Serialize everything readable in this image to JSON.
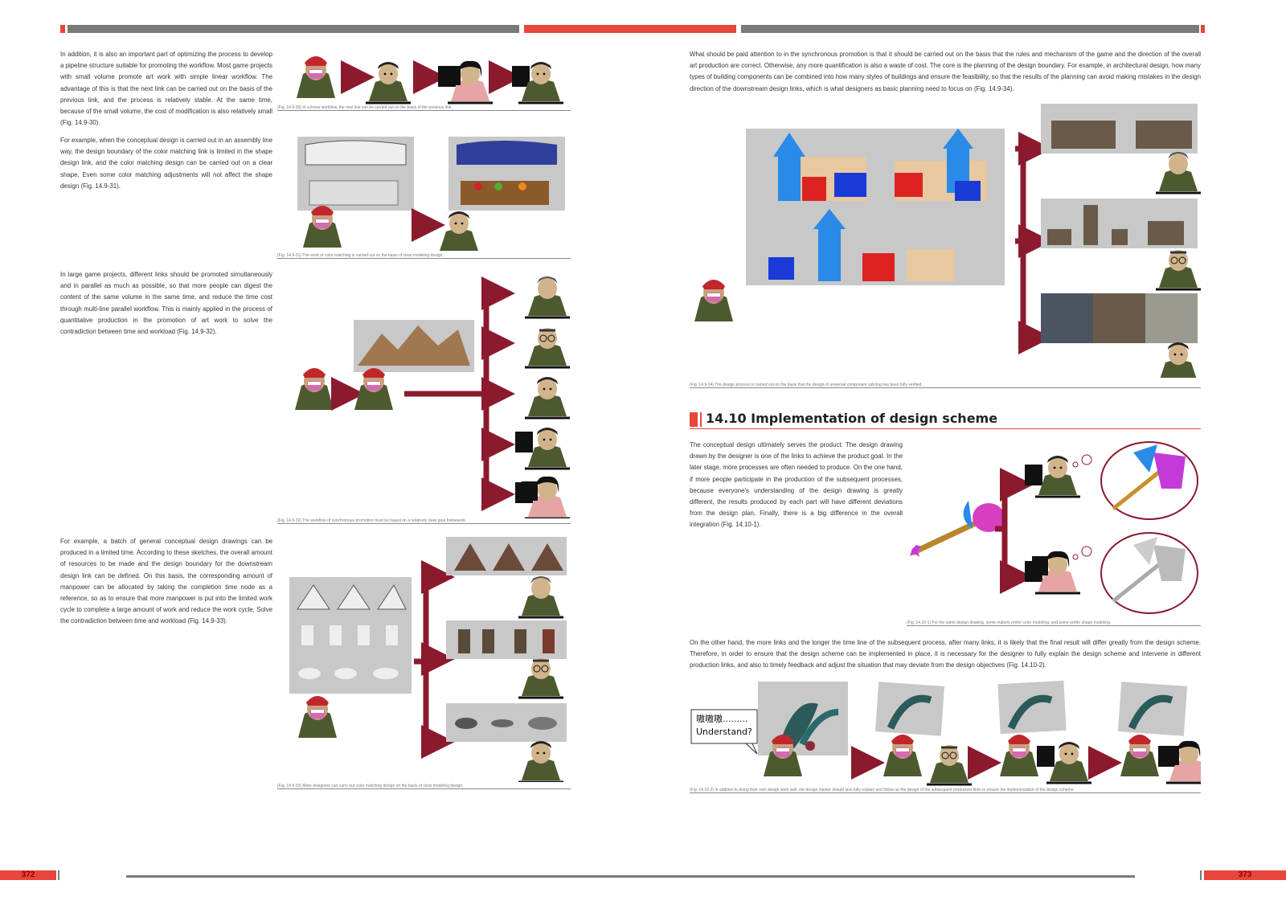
{
  "left_page": {
    "number": "372",
    "paragraphs": [
      "In addition, it is also an important part of optimizing the process to develop a pipeline structure suitable for promoting the workflow. Most game projects with small volume promote art work with simple linear workflow. The advantage of this is that the next link can be carried out on the basis of the previous link, and the process is relatively stable. At the same time, because of the small volume, the cost of modification is also relatively small (Fig. 14.9-30).",
      "For example, when the conceptual design is carried out in an assembly line way, the design boundary of the color matching link is limited in the shape design link, and the color matching design can be carried out on a clear shape. Even some color matching adjustments will not affect the shape design (Fig. 14.9-31).",
      "In large game projects, different links should be promoted simultaneously and in parallel as much as possible, so that more people can digest the content of the same volume in the same time, and reduce the time cost through multi-line parallel workflow. This is mainly applied in the process of quantitative production in the promotion of art work to solve the contradiction between time and workload (Fig. 14.9-32).",
      "For example, a batch of general conceptual design drawings can be produced in a limited time. According to these sketches, the overall amount of resources to be made and the design boundary for the downstream design link can be defined. On this basis, the corresponding amount of manpower can be allocated by taking the completion time node as a reference, so as to ensure that more manpower is put into the limited work cycle to complete a large amount of work and reduce the work cycle, Solve the contradiction between time and workload (Fig. 14.9-33)."
    ],
    "captions": [
      "(Fig. 14.9-30) In a linear workflow, the next link can be carried out on the basis of the previous link.",
      "(Fig. 14.9-31) The work of color matching is carried out on the basis of clear modeling design.",
      "(Fig. 14.9-32) The workflow of synchronous promotion must be based on a relatively clear goal framework.",
      "(Fig. 14.9-33) More designers can carry out color matching design on the basis of clear modeling design."
    ]
  },
  "right_page": {
    "number": "373",
    "intro": "What should be paid attention to in the synchronous promotion is that it should be carried out on the basis that the rules and mechanism of the game and the direction of the overall art production are correct. Otherwise, any more quantification is also a waste of cost. The core is the planning of the design boundary. For example, in architectural design, how many types of building components can be combined into how many styles of buildings and ensure the feasibility, so that the results of the planning can avoid making mistakes in the design direction of the downstream design links, which is what designers as basic planning need to focus on (Fig. 14.9-34).",
    "caption_34": "(Fig. 14.9-34) The design process is carried out on the basis that the design of universal component splicing has been fully verified.",
    "heading": "14.10 Implementation of design scheme",
    "para_1": "The conceptual design ultimately serves the product. The design drawing drawn by the designer is one of the links to achieve the product goal. In the later stage, more processes are often needed to produce. On the one hand, if more people participate in the production of the subsequent processes, because everyone's understanding of the design drawing is greatly different, the results produced by each part will have different deviations from the design plan, Finally, there is a big difference in the overall integration (Fig. 14.10-1).",
    "caption_1": "(Fig. 14.10-1) For the same design drawing, some makers prefer color modeling, and some prefer shape modeling.",
    "para_2": "On the other hand, the more links and the longer the time line of the subsequent process, after many links, it is likely that the final result will differ greatly from the design scheme. Therefore, in order to ensure that the design scheme can be implemented in place, it is necessary for the designer to fully explain the design scheme and intervene in different production links, and also to timely feedback and adjust the situation that may deviate from the design objectives (Fig. 14.10-2).",
    "speech_1": "嗷嗷嗷.........",
    "speech_2": "Understand?",
    "caption_2": "(Fig. 14.10-2) In addition to doing their own design work well, the design master should also fully explain and follow up the design of the subsequent production links to ensure the implementation of the design scheme."
  },
  "colors": {
    "accent": "#e8463c",
    "arrow": "#8b1a2e",
    "bar_gray": "#7a7a7a",
    "fig_bg": "#c8c8c8"
  }
}
